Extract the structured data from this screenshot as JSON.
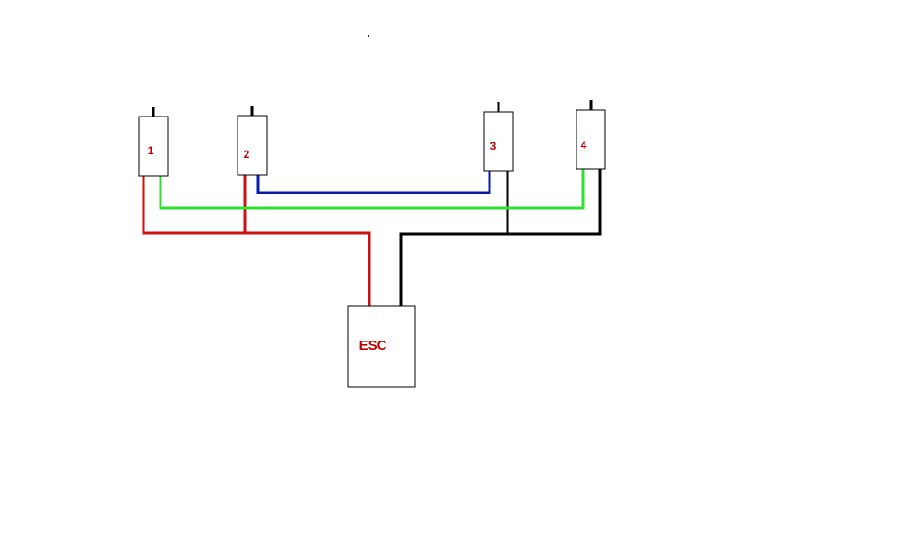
{
  "colors": {
    "background": "#ffffff",
    "outline": "#000000",
    "label": "#c00000",
    "positive_wire": "#cc1111",
    "negative_wire": "#000000",
    "blue_wire": "#0a1aa8",
    "green_wire": "#2fe02f",
    "dot": "#1a1aa0"
  },
  "cells": [
    {
      "id": "cell-1",
      "label": "1"
    },
    {
      "id": "cell-2",
      "label": "2"
    },
    {
      "id": "cell-3",
      "label": "3"
    },
    {
      "id": "cell-4",
      "label": "4"
    }
  ],
  "esc": {
    "label": "ESC"
  },
  "wires": [
    {
      "id": "positive-bus",
      "color": "red"
    },
    {
      "id": "negative-bus",
      "color": "black"
    },
    {
      "id": "cell-2-to-cell-3",
      "color": "blue"
    },
    {
      "id": "cell-1-to-cell-4",
      "color": "green"
    }
  ]
}
